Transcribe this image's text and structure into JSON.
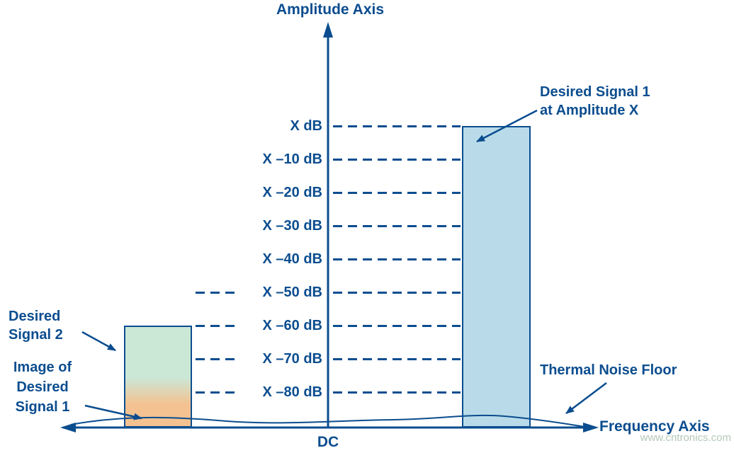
{
  "colors": {
    "line_and_text": "#0b4d8f",
    "signal1_bar_fill": "#b9dbe9",
    "signal2_bar_fill": "#cbe7d6",
    "image_bar_fill": "#f3c290",
    "watermark_text": "#b5c9b8"
  },
  "axes": {
    "amplitude": "Amplitude Axis",
    "frequency": "Frequency Axis",
    "dc": "DC"
  },
  "ticks": [
    {
      "label": "X dB",
      "left_dash": false
    },
    {
      "label": "X –10 dB",
      "left_dash": false
    },
    {
      "label": "X –20 dB",
      "left_dash": false
    },
    {
      "label": "X –30 dB",
      "left_dash": false
    },
    {
      "label": "X –40 dB",
      "left_dash": false
    },
    {
      "label": "X –50 dB",
      "left_dash": true
    },
    {
      "label": "X –60 dB",
      "left_dash": true
    },
    {
      "label": "X –70 dB",
      "left_dash": true
    },
    {
      "label": "X –80 dB",
      "left_dash": true
    }
  ],
  "annotations": {
    "desired_signal_1": {
      "line1": "Desired Signal 1",
      "line2": "at Amplitude X"
    },
    "desired_signal_2": {
      "line1": "Desired",
      "line2": "Signal 2"
    },
    "image_of_desired_signal_1": {
      "line1": "Image of",
      "line2": "Desired",
      "line3": "Signal 1"
    },
    "thermal_noise_floor": "Thermal Noise Floor"
  },
  "watermark": "www.cntronics.com",
  "chart_data": {
    "type": "bar",
    "xlabel": "Frequency Axis",
    "ylabel": "Amplitude Axis",
    "x_origin_label": "DC",
    "y_tick_labels": [
      "X dB",
      "X –10 dB",
      "X –20 dB",
      "X –30 dB",
      "X –40 dB",
      "X –50 dB",
      "X –60 dB",
      "X –70 dB",
      "X –80 dB"
    ],
    "grid": "dashed horizontal level lines",
    "legend": "none",
    "bars": [
      {
        "name": "Desired Signal 1 at Amplitude X",
        "top_level": "X dB",
        "color": "light-blue"
      },
      {
        "name": "Desired Signal 2",
        "top_level": "X –60 dB",
        "color": "light-green"
      },
      {
        "name": "Image of Desired Signal 1",
        "top_level": "X –75 dB (approx.)",
        "color": "light-orange"
      }
    ],
    "annotations": [
      "Thermal Noise Floor"
    ]
  }
}
